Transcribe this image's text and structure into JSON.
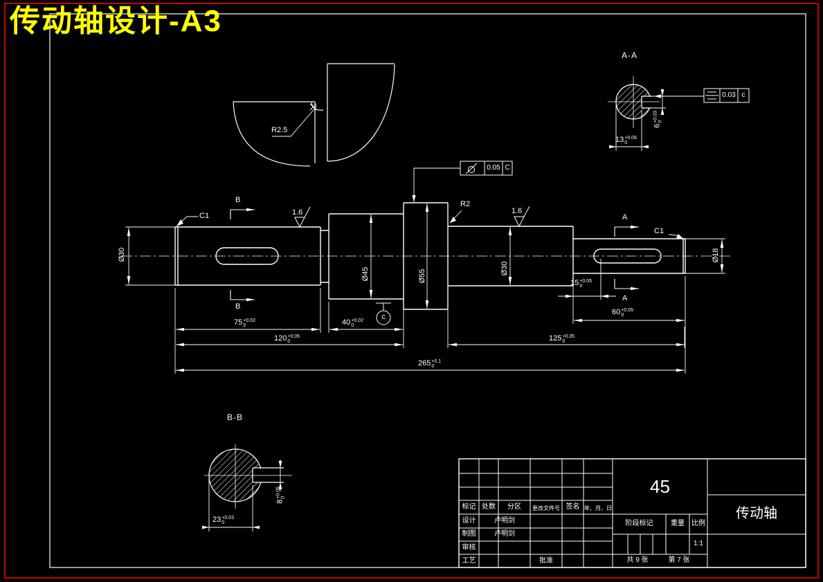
{
  "colors": {
    "background": "#000000",
    "line": "#ffffff",
    "title": "#ffff00",
    "border": "#cc0000"
  },
  "title": "传动轴设计-A3",
  "detail_view": {
    "radius_label": "R2.5"
  },
  "section_aa": {
    "title": "A-A",
    "width_dim": {
      "v": "13",
      "up": "+0.06",
      "lo": "0"
    },
    "depth_dim": {
      "v": "6",
      "up": "+0.03",
      "lo": "0"
    },
    "tolerance": {
      "value": "0.03",
      "datum": "c"
    }
  },
  "section_bb": {
    "title": "B-B",
    "width_dim": {
      "v": "23",
      "up": "+0.03",
      "lo": "0"
    },
    "depth_dim": {
      "v": "8",
      "up": "+0.05",
      "lo": "0"
    }
  },
  "main_view": {
    "labels": {
      "dia_left": "Ø30",
      "dia_mid1": "Ø45",
      "dia_mid2": "Ø55",
      "dia_mid3": "Ø30",
      "dia_right": "Ø18",
      "chamfer_left": "C1",
      "chamfer_right": "C1",
      "fillet": "R2",
      "rough_left": "1.6",
      "rough_right": "1.6",
      "sec_b": "B",
      "sec_a": "A",
      "datum": "c"
    },
    "tolerance": {
      "value": "0.05",
      "datum": "C"
    },
    "dims": {
      "d75": {
        "v": "75",
        "up": "+0.02",
        "lo": "0"
      },
      "d40": {
        "v": "40",
        "up": "+0.02",
        "lo": "0"
      },
      "d120": {
        "v": "120",
        "up": "+0.05",
        "lo": "0"
      },
      "d125": {
        "v": "125",
        "up": "+0.05",
        "lo": "0"
      },
      "d265": {
        "v": "265",
        "up": "+0.1",
        "lo": "0"
      },
      "d60": {
        "v": "60",
        "up": "+0.05",
        "lo": "0"
      },
      "d15": {
        "v": "15",
        "up": "+0.05",
        "lo": "0"
      }
    }
  },
  "title_block": {
    "headers": {
      "mark": "标记",
      "count": "处数",
      "zone": "分区",
      "doc_no": "更改文件号",
      "sign": "签名",
      "date": "年、月、日"
    },
    "rows": {
      "design_label": "设计",
      "design_name": "卢明剑",
      "draw_label": "制图",
      "draw_name": "卢明剑",
      "check_label": "审核",
      "process_label": "工艺",
      "approve_label": "批准"
    },
    "material": "45",
    "stage_label": "阶段标记",
    "weight_label": "重量",
    "scale_label": "比例",
    "scale_value": "1:1",
    "sheets_total": "共 9 张",
    "sheet_no": "第 7 张",
    "part_name": "传动轴"
  }
}
